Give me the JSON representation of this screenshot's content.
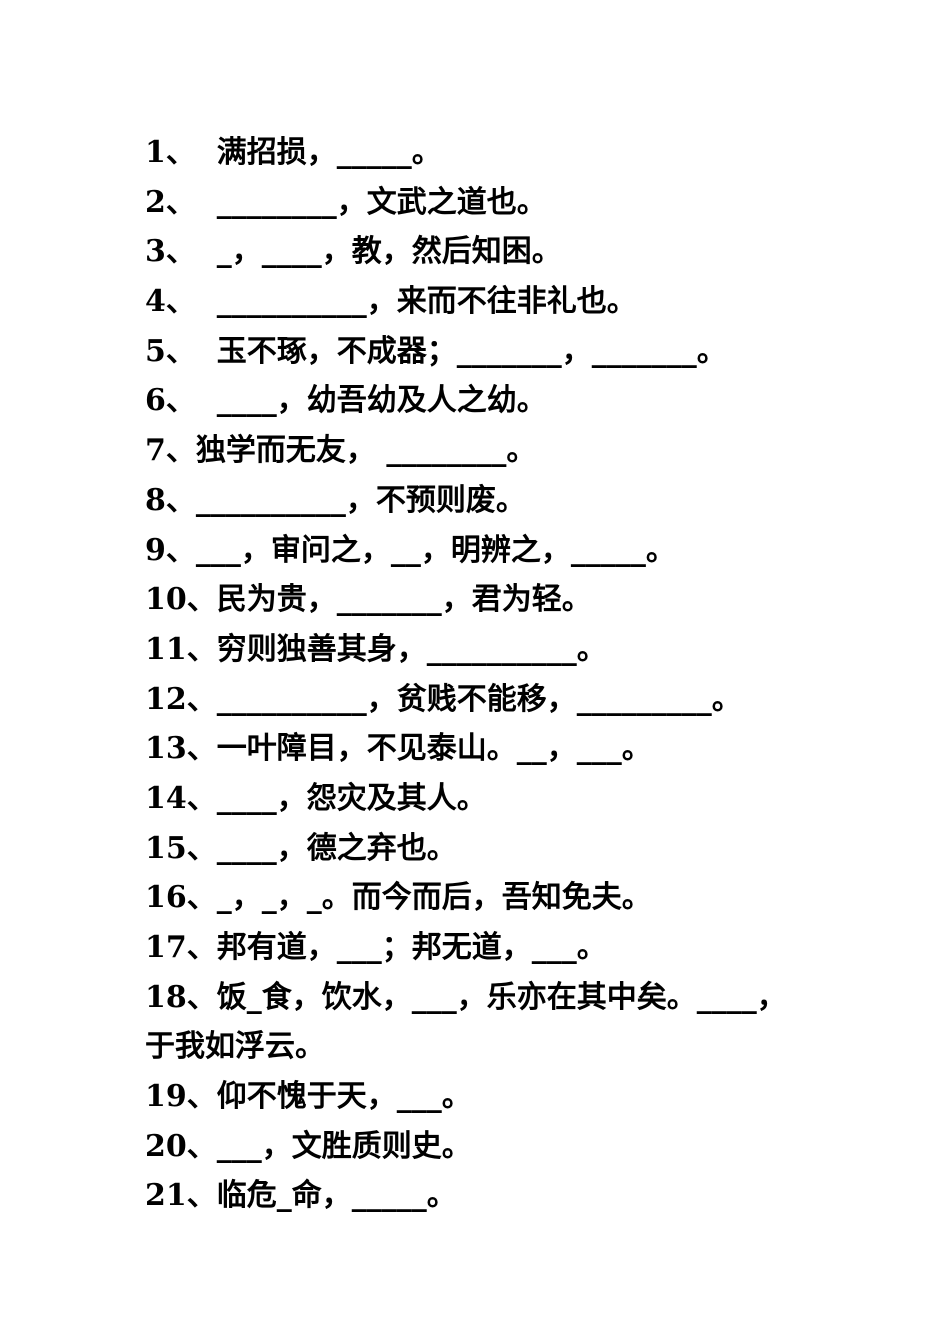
{
  "lines": [
    "1、  满招损，_____。",
    "2、  ________，文武之道也。",
    "3、  _，____，教，然后知困。",
    "4、  __________，来而不往非礼也。",
    "5、  玉不琢，不成器；_______，_______。",
    "6、  ____，幼吾幼及人之幼。",
    "7、独学而无友， ________。",
    "8、__________，不预则废。",
    "9、___，审问之，__，明辨之，_____。",
    "10、民为贵，_______，君为轻。",
    "11、穷则独善其身，__________。",
    "12、__________，贫贱不能移，_________。",
    "13、一叶障目，不见泰山。__，___。",
    "14、____，怨灾及其人。",
    "15、____，德之弃也。",
    "16、_，_，_。而今而后，吾知免夫。",
    "17、邦有道，___；邦无道，___。",
    "18、饭_食，饮水，___，乐亦在其中矣。____，",
    "于我如浮云。",
    "19、仰不愧于天，___。",
    "20、___，文胜质则史。",
    "21、临危_命，_____。"
  ]
}
